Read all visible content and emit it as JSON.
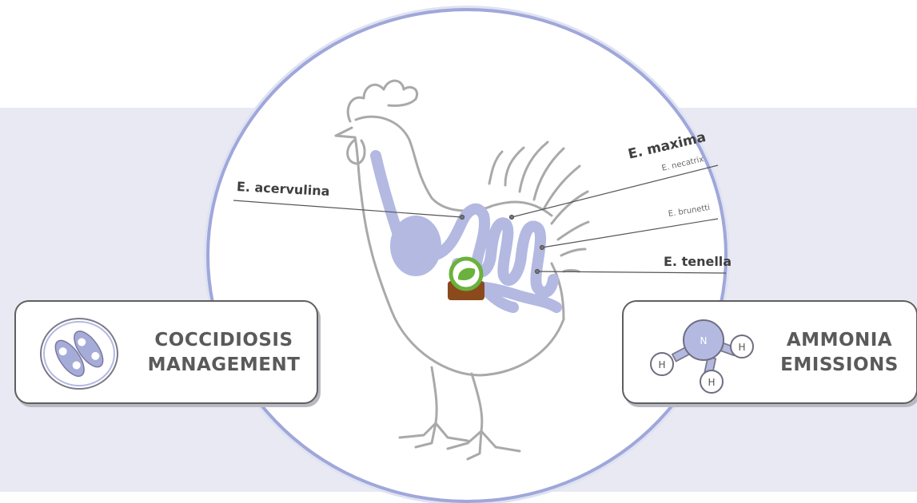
{
  "species": {
    "acervulina": "E. acervulina",
    "maxima": "E. maxima",
    "necatrix": "E. necatrix",
    "brunetti": "E. brunetti",
    "tenella": "E. tenella"
  },
  "cards": {
    "coccidiosis": [
      "COCCIDIOSIS",
      "MANAGEMENT"
    ],
    "ammonia": [
      "AMMONIA",
      "EMISSIONS"
    ]
  },
  "molecule": {
    "center": "N",
    "h1": "H",
    "h2": "H",
    "h3": "H"
  },
  "colors": {
    "background_band": "#e8e9f3",
    "outline": "#9fa7da",
    "gut": "#b4b9e2",
    "chicken_outline": "#a9a9a9",
    "product_green": "#6ab23b",
    "product_brown": "#8a4a1c",
    "card_border": "#5f5f5f"
  }
}
